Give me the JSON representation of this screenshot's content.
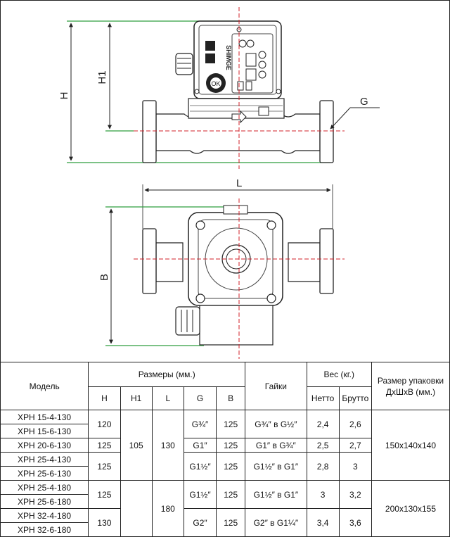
{
  "labels": {
    "H": "H",
    "H1": "H1",
    "G": "G",
    "L": "L",
    "B": "B",
    "brand": "SHIMGE",
    "ok": "OK"
  },
  "table": {
    "headers": {
      "model": "Модель",
      "sizes": "Размеры (мм.)",
      "nuts": "Гайки",
      "weight": "Вес (кг.)",
      "package": "Размер упаковки ДхШхВ (мм.)"
    },
    "subheaders": {
      "H": "H",
      "H1": "H1",
      "L": "L",
      "G": "G",
      "B": "B",
      "net": "Нетто",
      "gross": "Брутто"
    },
    "models": [
      "XPH 15-4-130",
      "XPH 15-6-130",
      "XPH 20-6-130",
      "XPH 25-4-130",
      "XPH 25-6-130",
      "XPH 25-4-180",
      "XPH 25-6-180",
      "XPH 32-4-180",
      "XPH 32-6-180"
    ],
    "groups": [
      {
        "H": "120",
        "G": "G¾″",
        "B": "125",
        "nuts": "G¾″ в G½″",
        "net": "2,4",
        "gross": "2,6"
      },
      {
        "H": "125",
        "G": "G1″",
        "B": "125",
        "nuts": "G1″ в G¾″",
        "net": "2,5",
        "gross": "2,7"
      },
      {
        "H": "125",
        "G": "G1½″",
        "B": "125",
        "nuts": "G1½″ в G1″",
        "net": "2,8",
        "gross": "3"
      },
      {
        "H": "125",
        "G": "G1½″",
        "B": "125",
        "nuts": "G1½″ в G1″",
        "net": "3",
        "gross": "3,2"
      },
      {
        "H": "130",
        "G": "G2″",
        "B": "125",
        "nuts": "G2″ в G1¼″",
        "net": "3,4",
        "gross": "3,6"
      }
    ],
    "H1": "105",
    "L": [
      "130",
      "180"
    ],
    "package": [
      "150x140x140",
      "200x130x155"
    ]
  },
  "colors": {
    "dim_green": "#2e9e3e",
    "center_red": "#d0202a",
    "line": "#222222"
  }
}
